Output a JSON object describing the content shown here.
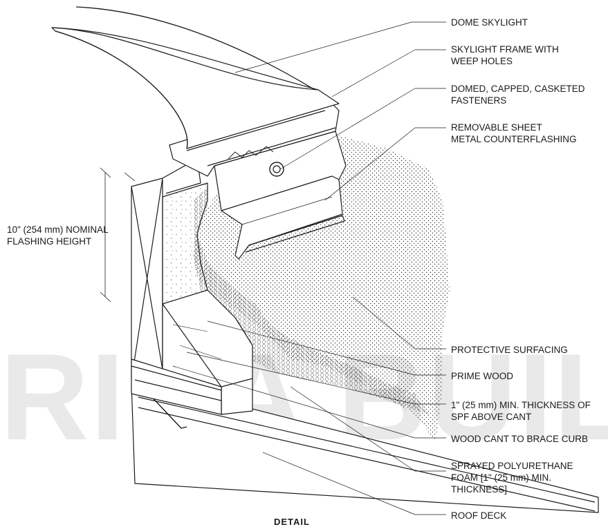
{
  "watermark": "RIDA BUILDING C",
  "labels": {
    "dome_skylight": "DOME SKYLIGHT",
    "skylight_frame_1": "SKYLIGHT FRAME WITH",
    "skylight_frame_2": "WEEP HOLES",
    "fasteners_1": "DOMED, CAPPED, CASKETED",
    "fasteners_2": "FASTENERS",
    "counterflashing_1": "REMOVABLE SHEET",
    "counterflashing_2": "METAL COUNTERFLASHING",
    "flashing_height_1": "10\" (254 mm) NOMINAL",
    "flashing_height_2": "FLASHING HEIGHT",
    "protective_surfacing": "PROTECTIVE SURFACING",
    "prime_wood": "PRIME WOOD",
    "spf_thickness_1": "1\" (25 mm) MIN. THICKNESS OF",
    "spf_thickness_2": "SPF ABOVE CANT",
    "wood_cant": "WOOD CANT TO BRACE CURB",
    "spray_foam_1": "SPRAYED POLYURETHANE",
    "spray_foam_2": "FOAM [1\" (25 mm) MIN.",
    "spray_foam_3": "THICKNESS]",
    "roof_deck": "ROOF DECK"
  },
  "caption": "DETAIL"
}
